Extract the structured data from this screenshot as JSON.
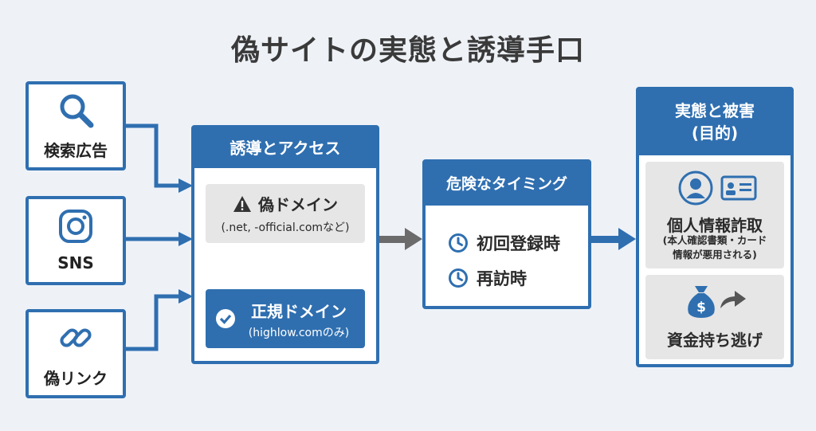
{
  "title": "偽サイトの実態と誘導手口",
  "sources": [
    {
      "label": "検索広告",
      "icon": "search-icon"
    },
    {
      "label": "SNS",
      "icon": "instagram-icon"
    },
    {
      "label": "偽リンク",
      "icon": "link-icon"
    }
  ],
  "access": {
    "header": "誘導とアクセス",
    "fake": {
      "title": "偽ドメイン",
      "sub": "(.net, -official.comなど)"
    },
    "real": {
      "title": "正規ドメイン",
      "sub": "(highlow.comのみ)"
    }
  },
  "timing": {
    "header": "危険なタイミング",
    "items": [
      "初回登録時",
      "再訪時"
    ]
  },
  "damage": {
    "header_line1": "実態と被害",
    "header_line2": "(目的)",
    "personal": {
      "title": "個人情報詐取",
      "sub_line1": "(本人確認書類・カード",
      "sub_line2": "情報が悪用される)"
    },
    "funds": {
      "title": "資金持ち逃げ"
    }
  },
  "colors": {
    "primary": "#2f6fb0",
    "arrow_grey": "#6b6b6b",
    "background": "#eef2f7"
  }
}
